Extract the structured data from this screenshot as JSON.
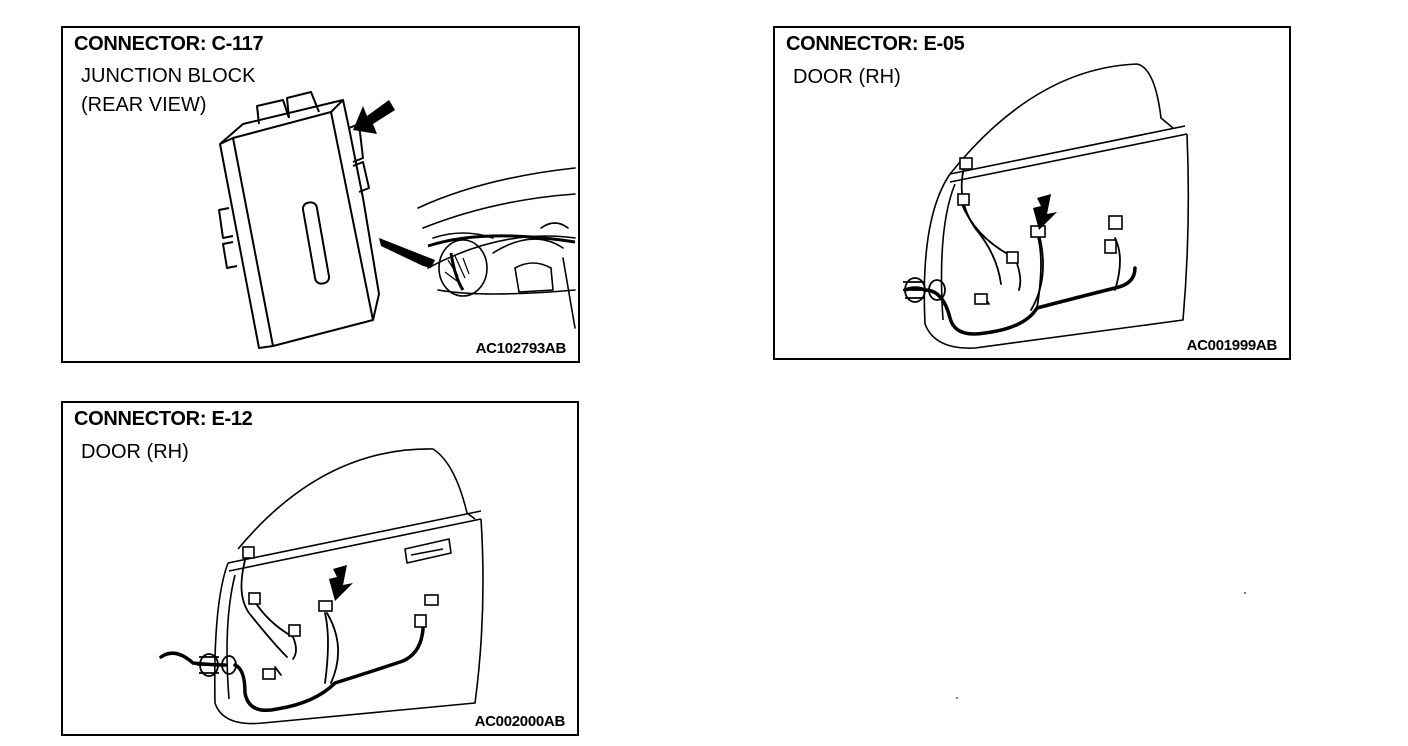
{
  "panels": [
    {
      "connector": "CONNECTOR: C-117",
      "lines": [
        "JUNCTION BLOCK",
        "(REAR VIEW)"
      ],
      "code": "AC102793AB"
    },
    {
      "connector": "CONNECTOR: E-05",
      "lines": [
        "DOOR (RH)"
      ],
      "code": "AC001999AB"
    },
    {
      "connector": "CONNECTOR: E-12",
      "lines": [
        "DOOR (RH)"
      ],
      "code": "AC002000AB"
    }
  ],
  "icons": {
    "arrow": "pointer-arrow-icon",
    "connector_plug": "connector-plug-icon"
  }
}
